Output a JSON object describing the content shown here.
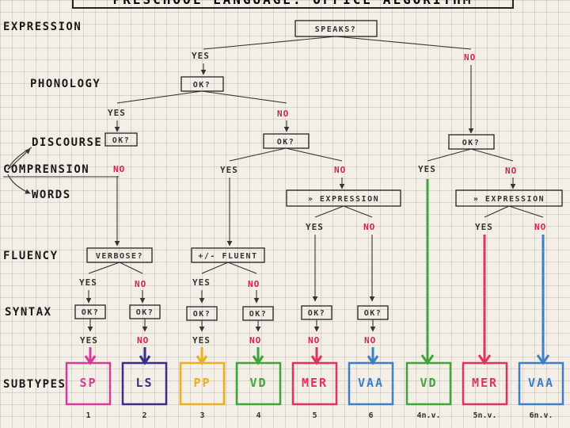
{
  "title": "PRESCHOOL LANGUAGE: OFFICE ALGORITHM",
  "row_labels": {
    "expression": "EXPRESSION",
    "phonology": "PHONOLOGY",
    "discourse": "DISCOURSE",
    "comprension": "COMPRENSION",
    "words": "WORDS",
    "fluency": "FLUENCY",
    "syntax": "SYNTAX",
    "subtypes": "SUBTYPES"
  },
  "nodes": {
    "speaks": "SPEAKS?",
    "phonology_ok": "OK?",
    "comprehension_ok": "OK?",
    "comprehension_ok_b": "OK?",
    "comprehension_ok_c": "OK?",
    "expression_b": "» EXPRESSION",
    "expression_c": "» EXPRESSION",
    "verbose": "VERBOSE?",
    "fluent": "+/- FLUENT",
    "syntax_ok": [
      "OK?",
      "OK?",
      "OK?",
      "OK?",
      "OK?",
      "OK?"
    ]
  },
  "branch_words": {
    "yes": "YES",
    "no": "NO"
  },
  "subtypes": [
    {
      "label": "SP",
      "number": "1",
      "color": "#d63a9a"
    },
    {
      "label": "LS",
      "number": "2",
      "color": "#3b2d8a"
    },
    {
      "label": "PP",
      "number": "3",
      "color": "#e8b020"
    },
    {
      "label": "VD",
      "number": "4",
      "color": "#3fa43a"
    },
    {
      "label": "MER",
      "number": "5",
      "color": "#e0345a"
    },
    {
      "label": "VAA",
      "number": "6",
      "color": "#3d7fc8"
    },
    {
      "label": "VD",
      "number": "4n.v.",
      "color": "#3fa43a"
    },
    {
      "label": "MER",
      "number": "5n.v.",
      "color": "#e0345a"
    },
    {
      "label": "VAA",
      "number": "6n.v.",
      "color": "#3d7fc8"
    }
  ]
}
